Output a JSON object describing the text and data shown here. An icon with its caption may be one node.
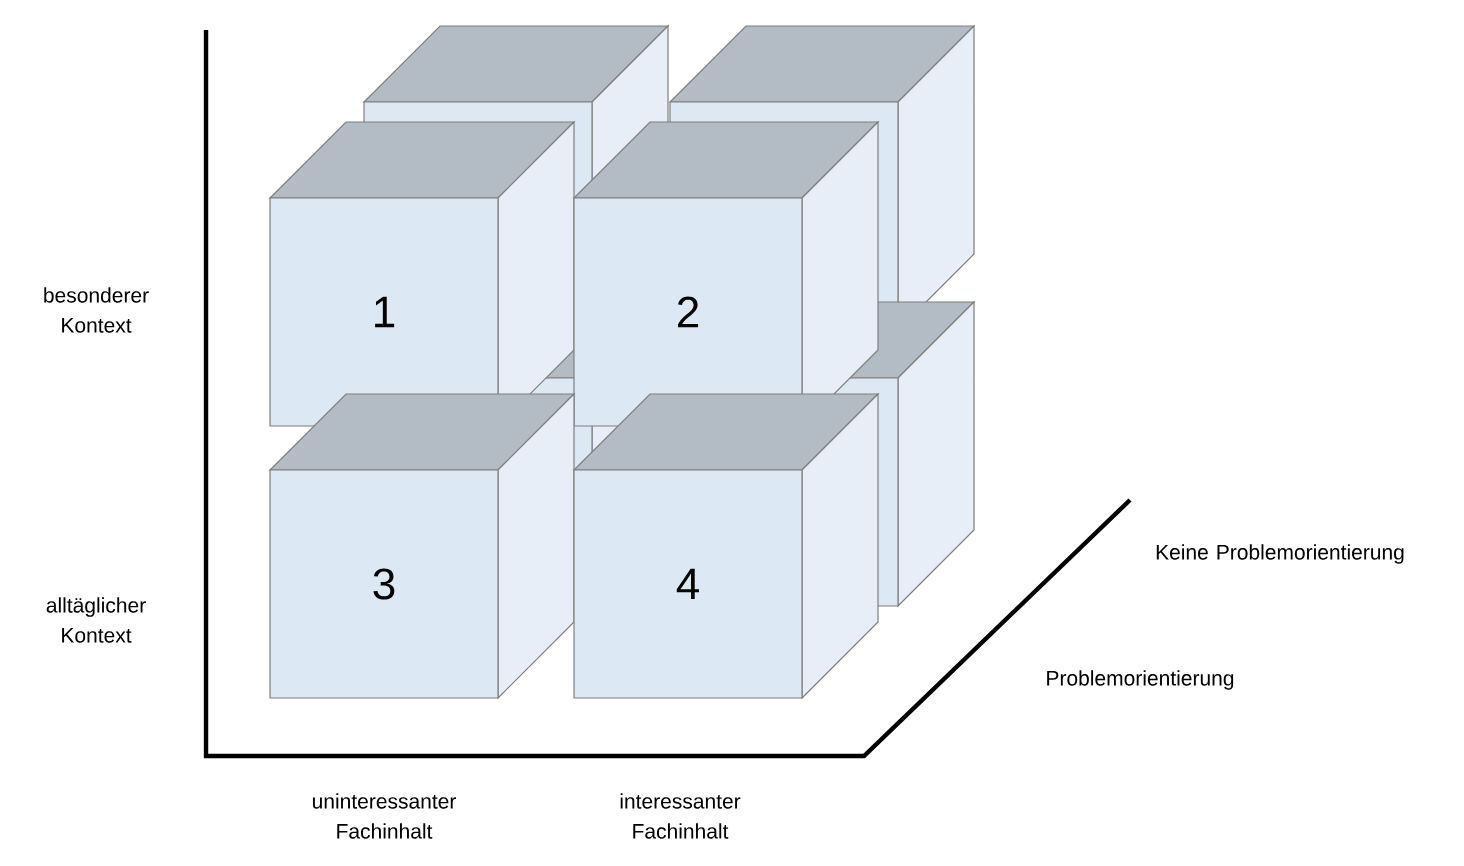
{
  "diagram": {
    "nodes": [
      {
        "text": [
          "1"
        ]
      },
      {
        "text": [
          "2"
        ]
      },
      {
        "text": [
          "3"
        ]
      },
      {
        "text": [
          "4"
        ]
      }
    ],
    "labels": [
      "besonderer Kontext",
      "alltäglicher Kontext",
      "Keine Problemorientierung",
      "Problemorientierung",
      "uninteressanter Fachinhalt",
      "interessanter Fachinhalt"
    ]
  }
}
